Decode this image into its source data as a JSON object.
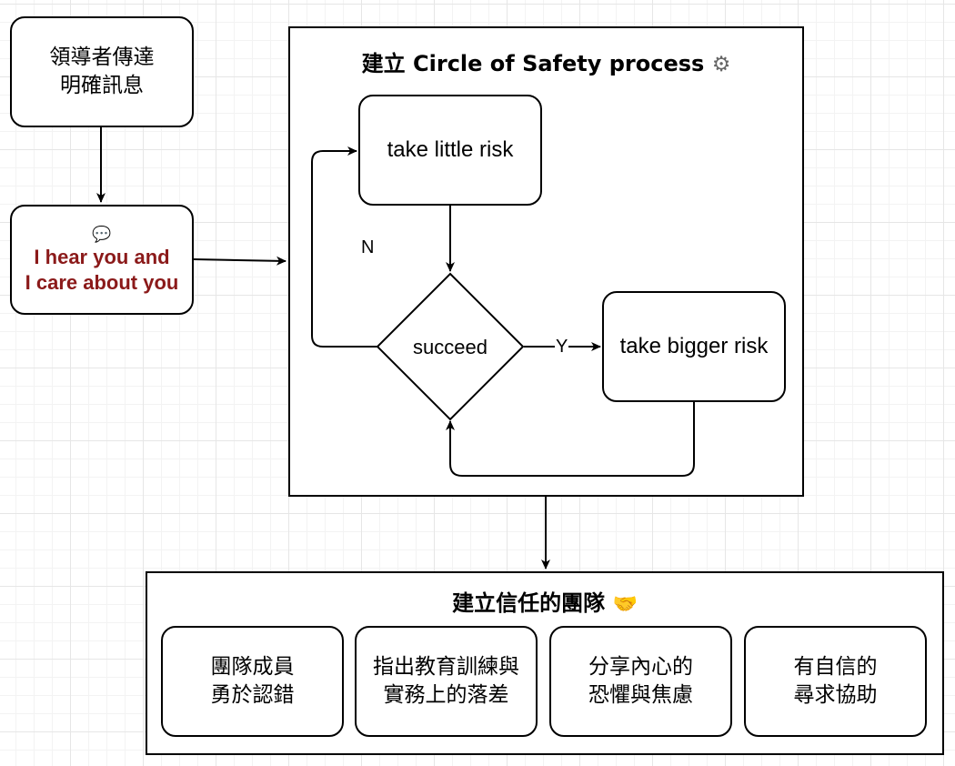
{
  "leader_message": {
    "text": "領導者傳達\n明確訊息"
  },
  "hear_card": {
    "icon": "speech-bubble-icon",
    "glyph": "💬",
    "text": "I hear you and\nI care about you"
  },
  "process": {
    "title": "建立 Circle of Safety process",
    "title_icon": "gear-icon",
    "title_glyph": "⚙",
    "little_risk": "take little risk",
    "decision": "succeed",
    "bigger_risk": "take bigger risk",
    "no_label": "N",
    "yes_label": "Y"
  },
  "team": {
    "title": "建立信任的團隊",
    "title_icon": "handshake-icon",
    "title_glyph": "🤝",
    "cards": [
      {
        "text": "團隊成員\n勇於認錯"
      },
      {
        "text": "指出教育訓練與\n實務上的落差"
      },
      {
        "text": "分享內心的\n恐懼與焦慮"
      },
      {
        "text": "有自信的\n尋求協助"
      }
    ]
  }
}
